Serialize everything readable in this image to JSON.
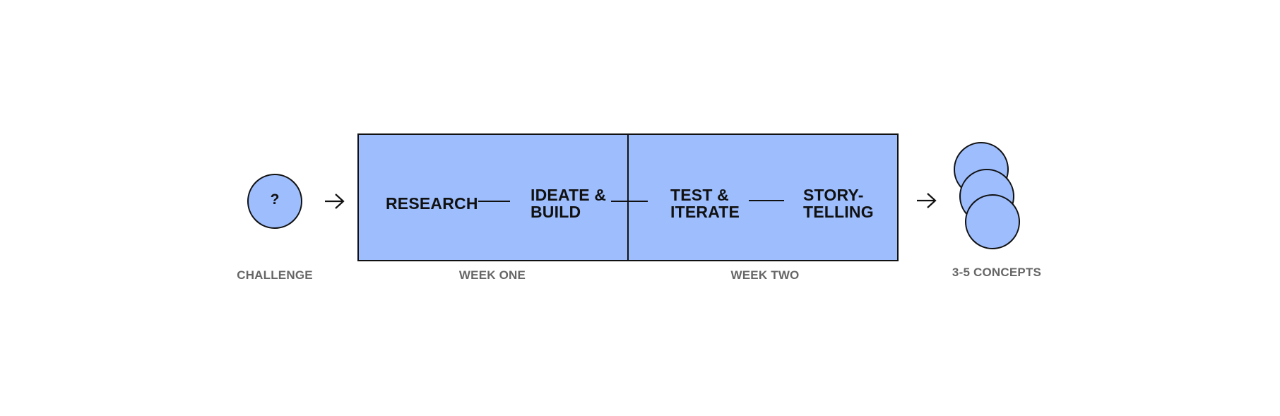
{
  "challenge": {
    "symbol": "?",
    "caption": "CHALLENGE"
  },
  "process": {
    "weeks": [
      {
        "caption": "WEEK ONE"
      },
      {
        "caption": "WEEK TWO"
      }
    ],
    "steps": [
      {
        "label": "RESEARCH"
      },
      {
        "label": "IDEATE &\nBUILD"
      },
      {
        "label": "TEST &\nITERATE"
      },
      {
        "label": "STORY-\nTELLING"
      }
    ]
  },
  "concepts": {
    "caption": "3-5 CONCEPTS"
  },
  "colors": {
    "fill": "#9dbdfd",
    "stroke": "#111111",
    "caption": "#666666"
  },
  "icons": {
    "flow_arrow": "right-arrow-icon"
  }
}
